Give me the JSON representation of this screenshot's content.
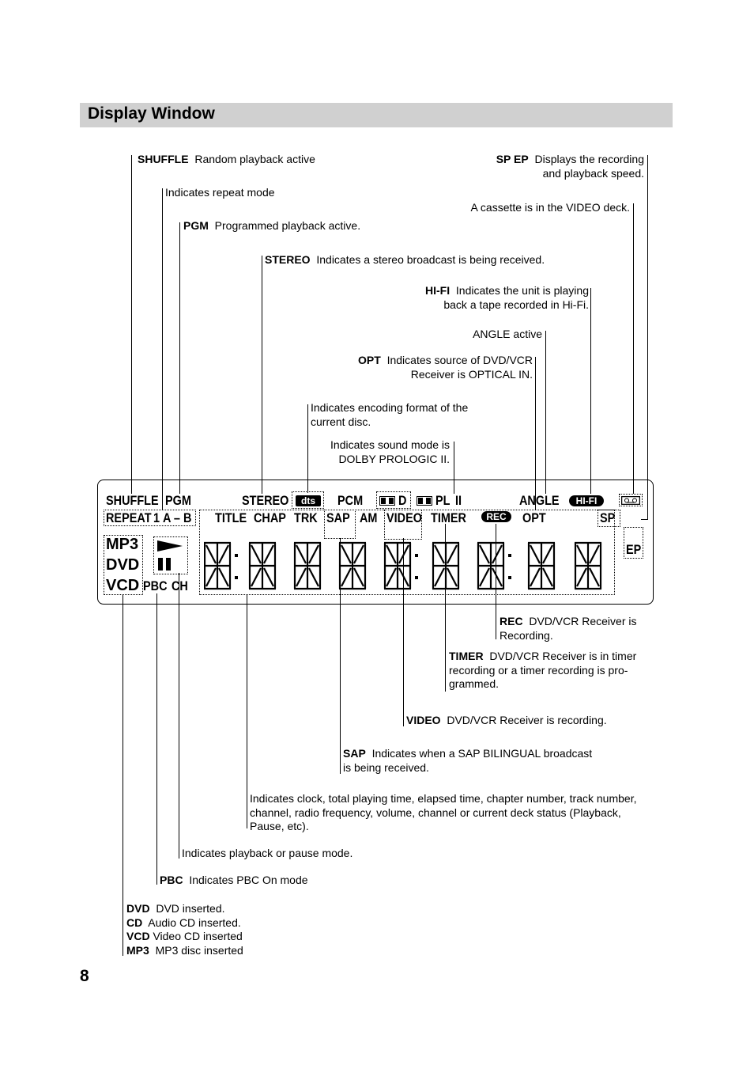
{
  "section_title": "Display Window",
  "page_number": "8",
  "top_notes": {
    "shuffle": {
      "bold": "SHUFFLE",
      "text": "Random playback active"
    },
    "repeat": {
      "text": "Indicates repeat mode"
    },
    "pgm": {
      "bold": "PGM",
      "text": "Programmed playback active."
    },
    "stereo": {
      "bold": "STEREO",
      "text": "Indicates a stereo broadcast is being received."
    },
    "spep": {
      "bold": "SP EP",
      "line1": "Displays the recording",
      "line2": "and playback speed."
    },
    "cassette": {
      "text": "A cassette is in the VIDEO deck."
    },
    "hifi": {
      "bold": "HI-FI",
      "line1": "Indicates the unit is playing",
      "line2": "back a tape recorded in Hi-Fi."
    },
    "angle": {
      "text": "ANGLE active"
    },
    "opt": {
      "bold": "OPT",
      "line1": "Indicates source of DVD/VCR",
      "line2": "Receiver is OPTICAL IN."
    },
    "encoding": {
      "line1": "Indicates encoding format of the",
      "line2": "current disc."
    },
    "prologic": {
      "line1": "Indicates sound mode is",
      "line2": "DOLBY PROLOGIC II."
    }
  },
  "display": {
    "row1": {
      "shuffle": "SHUFFLE",
      "pgm": "PGM",
      "stereo": "STEREO",
      "dts": "dts",
      "pcm": "PCM",
      "dd": "D",
      "pl": "PL",
      "pl2": "II",
      "angle": "ANGLE",
      "hifi": "HI-FI"
    },
    "row2": {
      "repeat": "REPEAT",
      "one": "1",
      "ab": "A – B",
      "title": "TITLE",
      "chap": "CHAP",
      "trk": "TRK",
      "sap": "SAP",
      "am": "AM",
      "video": "VIDEO",
      "timer": "TIMER",
      "rec": "REC",
      "opt": "OPT",
      "sp": "SP"
    },
    "left": {
      "mp3": "MP3",
      "dvd": "DVD",
      "vcd": "VCD",
      "pbc": "PBC",
      "ch": "CH"
    },
    "ep": "EP"
  },
  "bottom_notes": {
    "rec": {
      "bold": "REC",
      "line1": "DVD/VCR Receiver is",
      "line2": "Recording."
    },
    "timer": {
      "bold": "TIMER",
      "line1": "DVD/VCR Receiver is in timer",
      "line2": "recording or a timer recording is pro-",
      "line3": "grammed."
    },
    "video": {
      "bold": "VIDEO",
      "text": "DVD/VCR Receiver is recording."
    },
    "sap": {
      "bold": "SAP",
      "line1": "Indicates when a SAP BILINGUAL broadcast",
      "line2": "is being received."
    },
    "clock": {
      "line1": "Indicates clock, total playing time, elapsed time, chapter number, track number,",
      "line2": "channel, radio frequency, volume, channel or current deck status (Playback,",
      "line3": "Pause, etc)."
    },
    "playpause": {
      "text": "Indicates playback or pause mode."
    },
    "pbc": {
      "bold": "PBC",
      "text": "Indicates PBC On mode"
    },
    "discs": [
      {
        "bold": "DVD",
        "text": "DVD inserted."
      },
      {
        "bold": "CD",
        "text": "Audio CD inserted."
      },
      {
        "bold": "VCD",
        "text": "Video CD inserted"
      },
      {
        "bold": "MP3",
        "text": "MP3 disc inserted"
      }
    ]
  }
}
